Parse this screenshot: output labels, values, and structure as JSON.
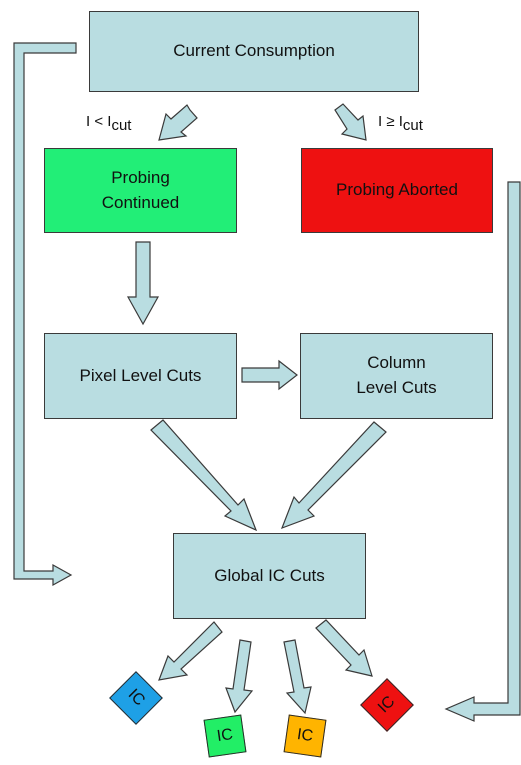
{
  "boxes": {
    "current_consumption": "Current Consumption",
    "probing_continued": [
      "Probing",
      "Continued"
    ],
    "probing_aborted": "Probing Aborted",
    "pixel_level_cuts": "Pixel Level Cuts",
    "column_level_cuts": [
      "Column",
      "Level Cuts"
    ],
    "global_ic_cuts": "Global IC Cuts"
  },
  "conditions": {
    "less": {
      "prefix": "I < I",
      "sub": "cut"
    },
    "greater_equal": {
      "prefix": "I ≥ I",
      "sub": "cut"
    }
  },
  "ics": [
    {
      "label": "IC",
      "color": "#1ea0e6"
    },
    {
      "label": "IC",
      "color": "#22ee66"
    },
    {
      "label": "IC",
      "color": "#ffb400"
    },
    {
      "label": "IC",
      "color": "#ee1111"
    }
  ],
  "colors": {
    "box_fill": "#b9dde1",
    "probing_continued": "#22ee77",
    "probing_aborted": "#ee1111",
    "arrow_fill": "#b9dde1",
    "stroke": "#3a3a3a"
  }
}
